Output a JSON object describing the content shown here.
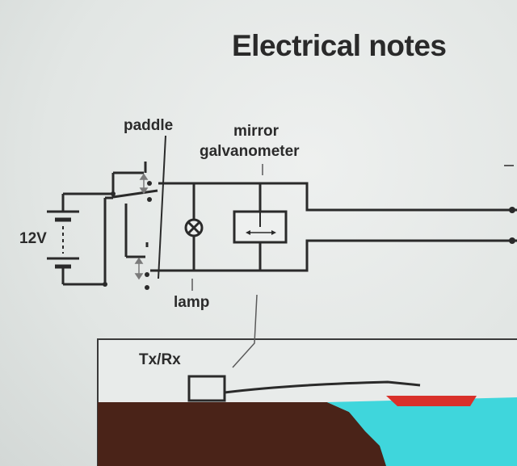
{
  "slide": {
    "title": "Electrical notes"
  },
  "diagram": {
    "labels": {
      "paddle": "paddle",
      "mirror_line1": "mirror",
      "mirror_line2": "galvanometer",
      "battery": "12V",
      "lamp": "lamp",
      "transceiver": "Tx/Rx"
    },
    "colors": {
      "wire": "#2a2a2a",
      "ground": "#4a2318",
      "water": "#3fd6dc",
      "marker": "#d9302a"
    }
  }
}
